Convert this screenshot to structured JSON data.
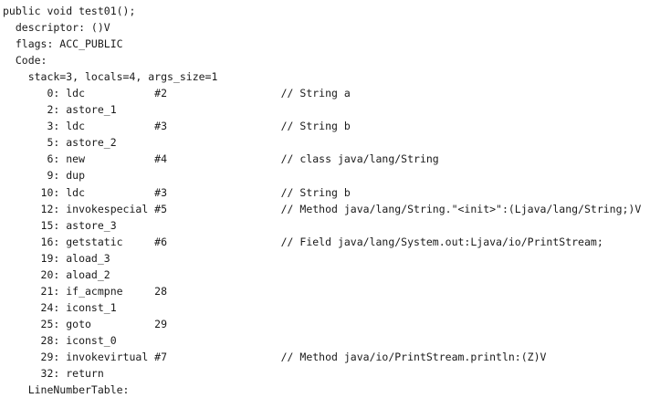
{
  "lines": [
    "public void test01();",
    "  descriptor: ()V",
    "  flags: ACC_PUBLIC",
    "  Code:",
    "    stack=3, locals=4, args_size=1",
    "       0: ldc           #2                  // String a",
    "       2: astore_1",
    "       3: ldc           #3                  // String b",
    "       5: astore_2",
    "       6: new           #4                  // class java/lang/String",
    "       9: dup",
    "      10: ldc           #3                  // String b",
    "      12: invokespecial #5                  // Method java/lang/String.\"<init>\":(Ljava/lang/String;)V",
    "      15: astore_3",
    "      16: getstatic     #6                  // Field java/lang/System.out:Ljava/io/PrintStream;",
    "      19: aload_3",
    "      20: aload_2",
    "      21: if_acmpne     28",
    "      24: iconst_1",
    "      25: goto          29",
    "      28: iconst_0",
    "      29: invokevirtual #7                  // Method java/io/PrintStream.println:(Z)V",
    "      32: return",
    "    LineNumberTable:"
  ]
}
